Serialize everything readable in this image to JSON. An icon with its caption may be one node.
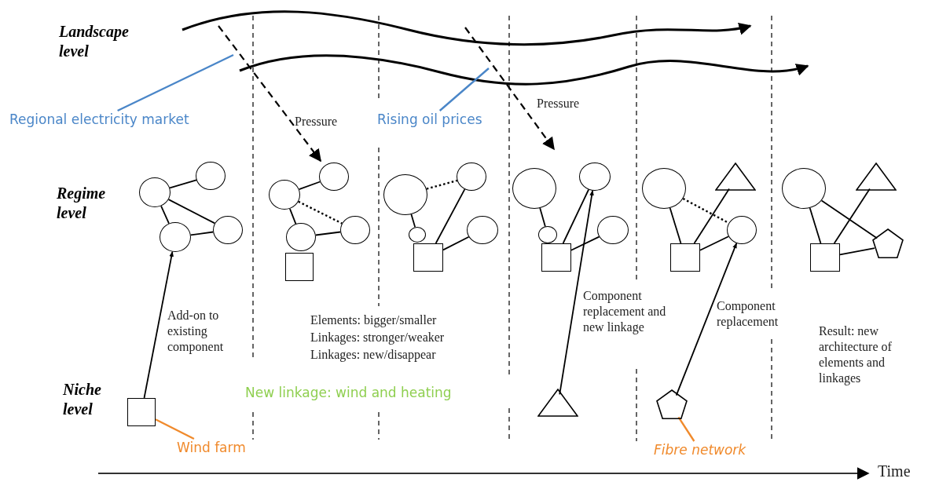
{
  "diagram": {
    "nodes": [
      {
        "text": [
          "Regional electricity market"
        ]
      },
      {
        "text": [
          "Rising oil prices"
        ]
      },
      {
        "text": [],
        "shape": "circle"
      },
      {
        "text": [],
        "shape": "circle"
      },
      {
        "text": [],
        "shape": "circle"
      },
      {
        "text": [],
        "shape": "circle"
      },
      {
        "text": [],
        "shape": "circle"
      },
      {
        "text": [],
        "shape": "circle"
      },
      {
        "text": [],
        "shape": "circle"
      },
      {
        "text": [],
        "shape": "circle"
      },
      {
        "text": [],
        "shape": "box"
      },
      {
        "text": [],
        "shape": "circle"
      },
      {
        "text": [],
        "shape": "circle"
      },
      {
        "text": [],
        "shape": "circle"
      },
      {
        "text": [],
        "shape": "circle"
      },
      {
        "text": [],
        "shape": "box"
      },
      {
        "text": [],
        "shape": "circle"
      },
      {
        "text": [],
        "shape": "circle"
      },
      {
        "text": [],
        "shape": "circle"
      },
      {
        "text": [],
        "shape": "circle"
      },
      {
        "text": [],
        "shape": "box"
      },
      {
        "text": [],
        "shape": "circle"
      },
      {
        "text": [],
        "shape": "triangle"
      },
      {
        "text": [],
        "shape": "circle"
      },
      {
        "text": [],
        "shape": "box"
      },
      {
        "text": [],
        "shape": "circle"
      },
      {
        "text": [],
        "shape": "triangle"
      },
      {
        "text": [],
        "shape": "pentagon"
      },
      {
        "text": [],
        "shape": "box"
      },
      {
        "text": [],
        "shape": "box"
      },
      {
        "text": [],
        "shape": "triangle"
      },
      {
        "text": [],
        "shape": "pentagon"
      },
      {
        "text": [
          "Wind farm"
        ]
      },
      {
        "text": [
          "Fibre network"
        ]
      }
    ],
    "edges": [
      {
        "from": 0,
        "to": null,
        "arrow": "none",
        "color": "#4a86c8"
      },
      {
        "from": 1,
        "to": null,
        "arrow": "none",
        "color": "#4a86c8"
      },
      {
        "from": 2,
        "to": 3,
        "arrow": "none"
      },
      {
        "from": 2,
        "to": 4,
        "arrow": "none"
      },
      {
        "from": 2,
        "to": 5,
        "arrow": "none"
      },
      {
        "from": 4,
        "to": 5,
        "arrow": "none"
      },
      {
        "from": 6,
        "to": 7,
        "arrow": "none"
      },
      {
        "from": 6,
        "to": 9,
        "arrow": "none",
        "style": "dashed"
      },
      {
        "from": 6,
        "to": 8,
        "arrow": "none"
      },
      {
        "from": 8,
        "to": 9,
        "arrow": "none"
      },
      {
        "from": 11,
        "to": 12,
        "arrow": "none",
        "style": "dashed"
      },
      {
        "from": 11,
        "to": 13,
        "arrow": "none"
      },
      {
        "from": 15,
        "to": 12,
        "arrow": "none"
      },
      {
        "from": 15,
        "to": 14,
        "arrow": "none"
      },
      {
        "from": 16,
        "to": 18,
        "arrow": "none"
      },
      {
        "from": 20,
        "to": 17,
        "arrow": "none"
      },
      {
        "from": 20,
        "to": 19,
        "arrow": "none"
      },
      {
        "from": 30,
        "to": 17,
        "arrow": "to"
      },
      {
        "from": 21,
        "to": 24,
        "arrow": "none"
      },
      {
        "from": 21,
        "to": 23,
        "arrow": "none",
        "style": "dashed"
      },
      {
        "from": 24,
        "to": 22,
        "arrow": "none"
      },
      {
        "from": 24,
        "to": 23,
        "arrow": "none"
      },
      {
        "from": 31,
        "to": 23,
        "arrow": "to"
      },
      {
        "from": 25,
        "to": 28,
        "arrow": "none"
      },
      {
        "from": 25,
        "to": 27,
        "arrow": "none"
      },
      {
        "from": 28,
        "to": 26,
        "arrow": "none"
      },
      {
        "from": 28,
        "to": 27,
        "arrow": "none"
      },
      {
        "from": 29,
        "to": 4,
        "arrow": "to"
      },
      {
        "from": 32,
        "to": 29,
        "arrow": "none",
        "color": "#f08a2c"
      },
      {
        "from": 33,
        "to": 31,
        "arrow": "none",
        "color": "#f08a2c"
      }
    ],
    "labels": [
      "Landscape level",
      "Regime level",
      "Niche level",
      "Pressure",
      "Pressure",
      "Add-on to existing component",
      "Elements: bigger/smaller",
      "Linkages: stronger/weaker",
      "Linkages: new/disappear",
      "New linkage: wind and heating",
      "Component replacement and new linkage",
      "Component replacement",
      "Result: new architecture of elements and linkages",
      "Time"
    ]
  }
}
